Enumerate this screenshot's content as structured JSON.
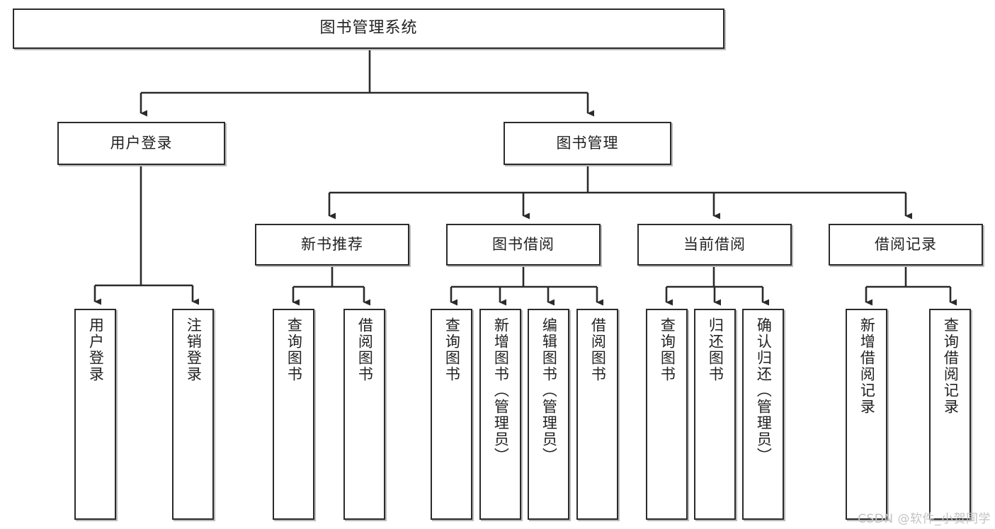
{
  "diagram": {
    "title": "图书管理系统",
    "type": "hierarchy-tree",
    "root": {
      "label": "图书管理系统"
    },
    "level1": [
      {
        "label": "用户登录"
      },
      {
        "label": "图书管理"
      }
    ],
    "level2": [
      {
        "label": "新书推荐"
      },
      {
        "label": "图书借阅"
      },
      {
        "label": "当前借阅"
      },
      {
        "label": "借阅记录"
      }
    ],
    "leaves": {
      "user_login": [
        {
          "label": "用户登录"
        },
        {
          "label": "注销登录"
        }
      ],
      "new_book_recommend": [
        {
          "label": "查询图书"
        },
        {
          "label": "借阅图书"
        }
      ],
      "book_borrow": [
        {
          "label": "查询图书"
        },
        {
          "label": "新增图书（管理员）"
        },
        {
          "label": "编辑图书（管理员）"
        },
        {
          "label": "借阅图书"
        }
      ],
      "current_borrow": [
        {
          "label": "查询图书"
        },
        {
          "label": "归还图书"
        },
        {
          "label": "确认归还（管理员）"
        }
      ],
      "borrow_record": [
        {
          "label": "新增借阅记录"
        },
        {
          "label": "查询借阅记录"
        }
      ]
    }
  },
  "watermark": {
    "text": "CSDN @软件_小贺同学"
  },
  "colors": {
    "stroke": "#2b2b2b",
    "fill": "#ffffff",
    "text": "#222222",
    "watermark": "#c3c3c3"
  }
}
